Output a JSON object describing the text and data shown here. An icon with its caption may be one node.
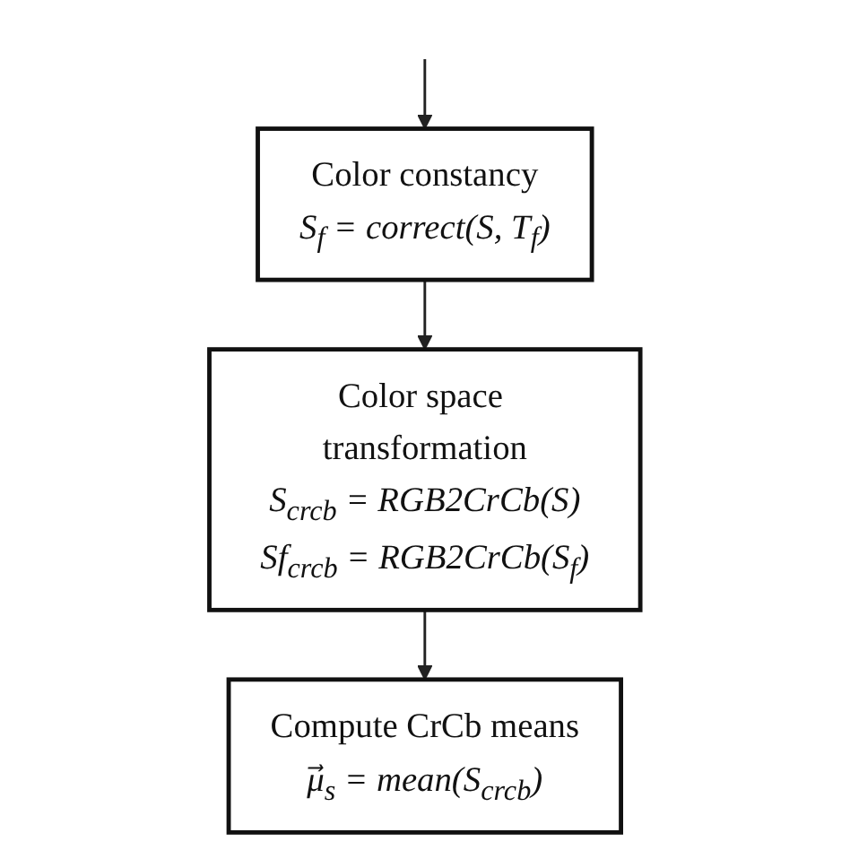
{
  "diagram": {
    "nodes": [
      {
        "text": [
          "Color constancy",
          "S$_{f}$ = correct(S, T$_{f}$)"
        ]
      },
      {
        "text": [
          "Color space transformation",
          "S$_{crcb}$ = RGB2CrCb(S)",
          "Sf$_{crcb}$ = RGB2CrCb(S$_{f}$)"
        ]
      },
      {
        "text": [
          "Compute CrCb means",
          "μ⃗$_{s}$ = mean(S$_{crcb}$)"
        ]
      }
    ],
    "edges": [
      {
        "from": null,
        "to": 0,
        "arrow": "to"
      },
      {
        "from": 0,
        "to": 1,
        "arrow": "to"
      },
      {
        "from": 1,
        "to": 2,
        "arrow": "to"
      }
    ]
  }
}
